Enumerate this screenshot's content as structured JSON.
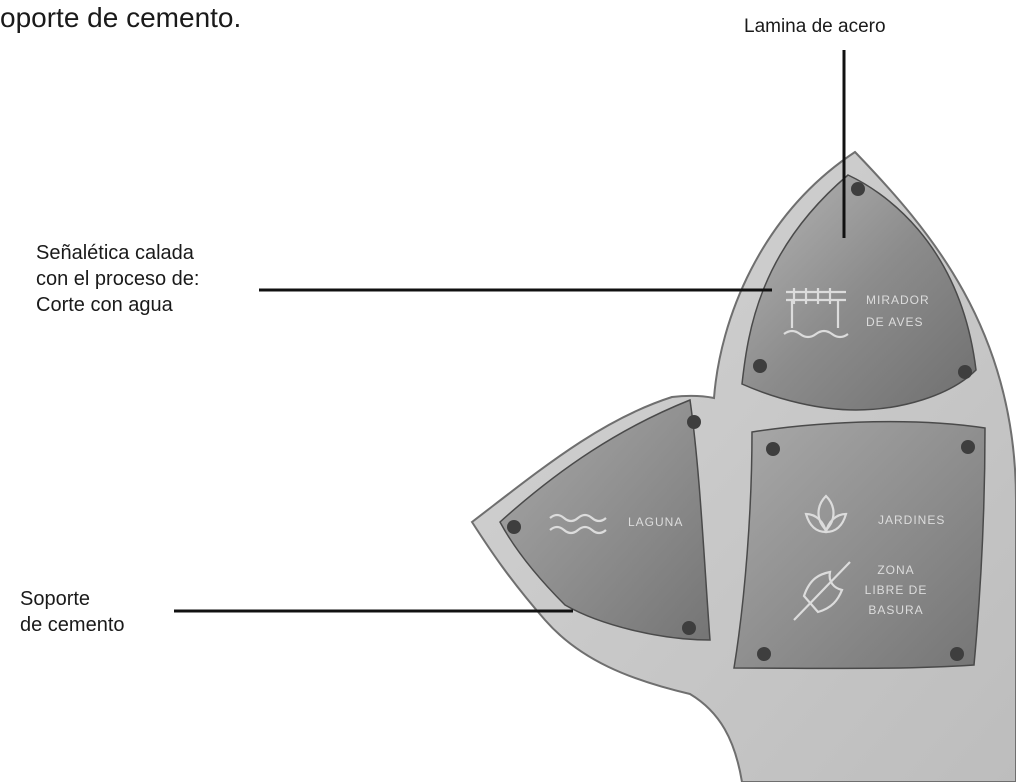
{
  "title": "oporte de cemento.",
  "callouts": {
    "steel_plate": "Lamina de acero",
    "signage_lines": [
      "Señalética calada",
      "con el proceso de:",
      "Corte con agua"
    ],
    "support_lines": [
      "Soporte",
      "de cemento"
    ]
  },
  "plates": {
    "top": {
      "line1": "MIRADOR",
      "line2": "DE AVES",
      "icon": "bird-watch-tower-icon"
    },
    "left": {
      "label": "LAGUNA",
      "icon": "water-waves-icon"
    },
    "right": {
      "label1": "JARDINES",
      "label2_lines": [
        "ZONA",
        "LIBRE DE",
        "BASURA"
      ],
      "icons": [
        "lotus-flower-icon",
        "no-litter-icon"
      ]
    }
  },
  "colors": {
    "cement": "#c9c9c9",
    "cement_edge": "#6f6f6f",
    "steel": "#8d8d8d",
    "bolt": "#3e3e3e",
    "leader": "#111111"
  }
}
